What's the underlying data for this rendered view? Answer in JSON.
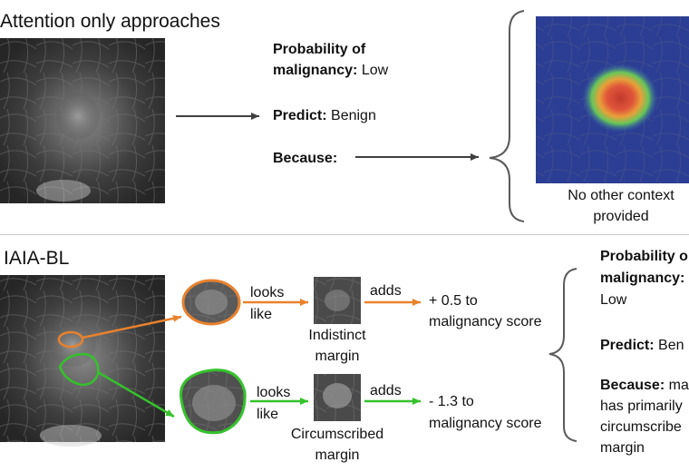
{
  "top": {
    "title": "Attention only approaches",
    "prob_label": "Probability of",
    "prob_label2": "malignancy:",
    "prob_value": "Low",
    "predict_label": "Predict:",
    "predict_value": "Benign",
    "because_label": "Because:",
    "caption_line1": "No other context",
    "caption_line2": "provided"
  },
  "bottom": {
    "title": "IAIA-BL",
    "row1": {
      "looks1": "looks",
      "looks2": "like",
      "adds": "adds",
      "proto1": "Indistinct",
      "proto2": "margin",
      "score1": "+ 0.5 to",
      "score2": "malignancy score"
    },
    "row2": {
      "looks1": "looks",
      "looks2": "like",
      "adds": "adds",
      "proto1": "Circumscribed",
      "proto2": "margin",
      "score1": "- 1.3 to",
      "score2": "malignancy score"
    },
    "result": {
      "prob_label": "Probability o",
      "prob_label2": "malignancy:",
      "prob_value": "Low",
      "predict_label": "Predict:",
      "predict_value": "Ben",
      "because_label": "Because:",
      "because_value": "ma",
      "because_line2": "has primarily",
      "because_line3": "circumscribe",
      "because_line4": "margin"
    }
  },
  "colors": {
    "orange": "#e8822e",
    "green": "#35c12c",
    "arrow": "#404040",
    "brace": "#5a5a5a"
  }
}
